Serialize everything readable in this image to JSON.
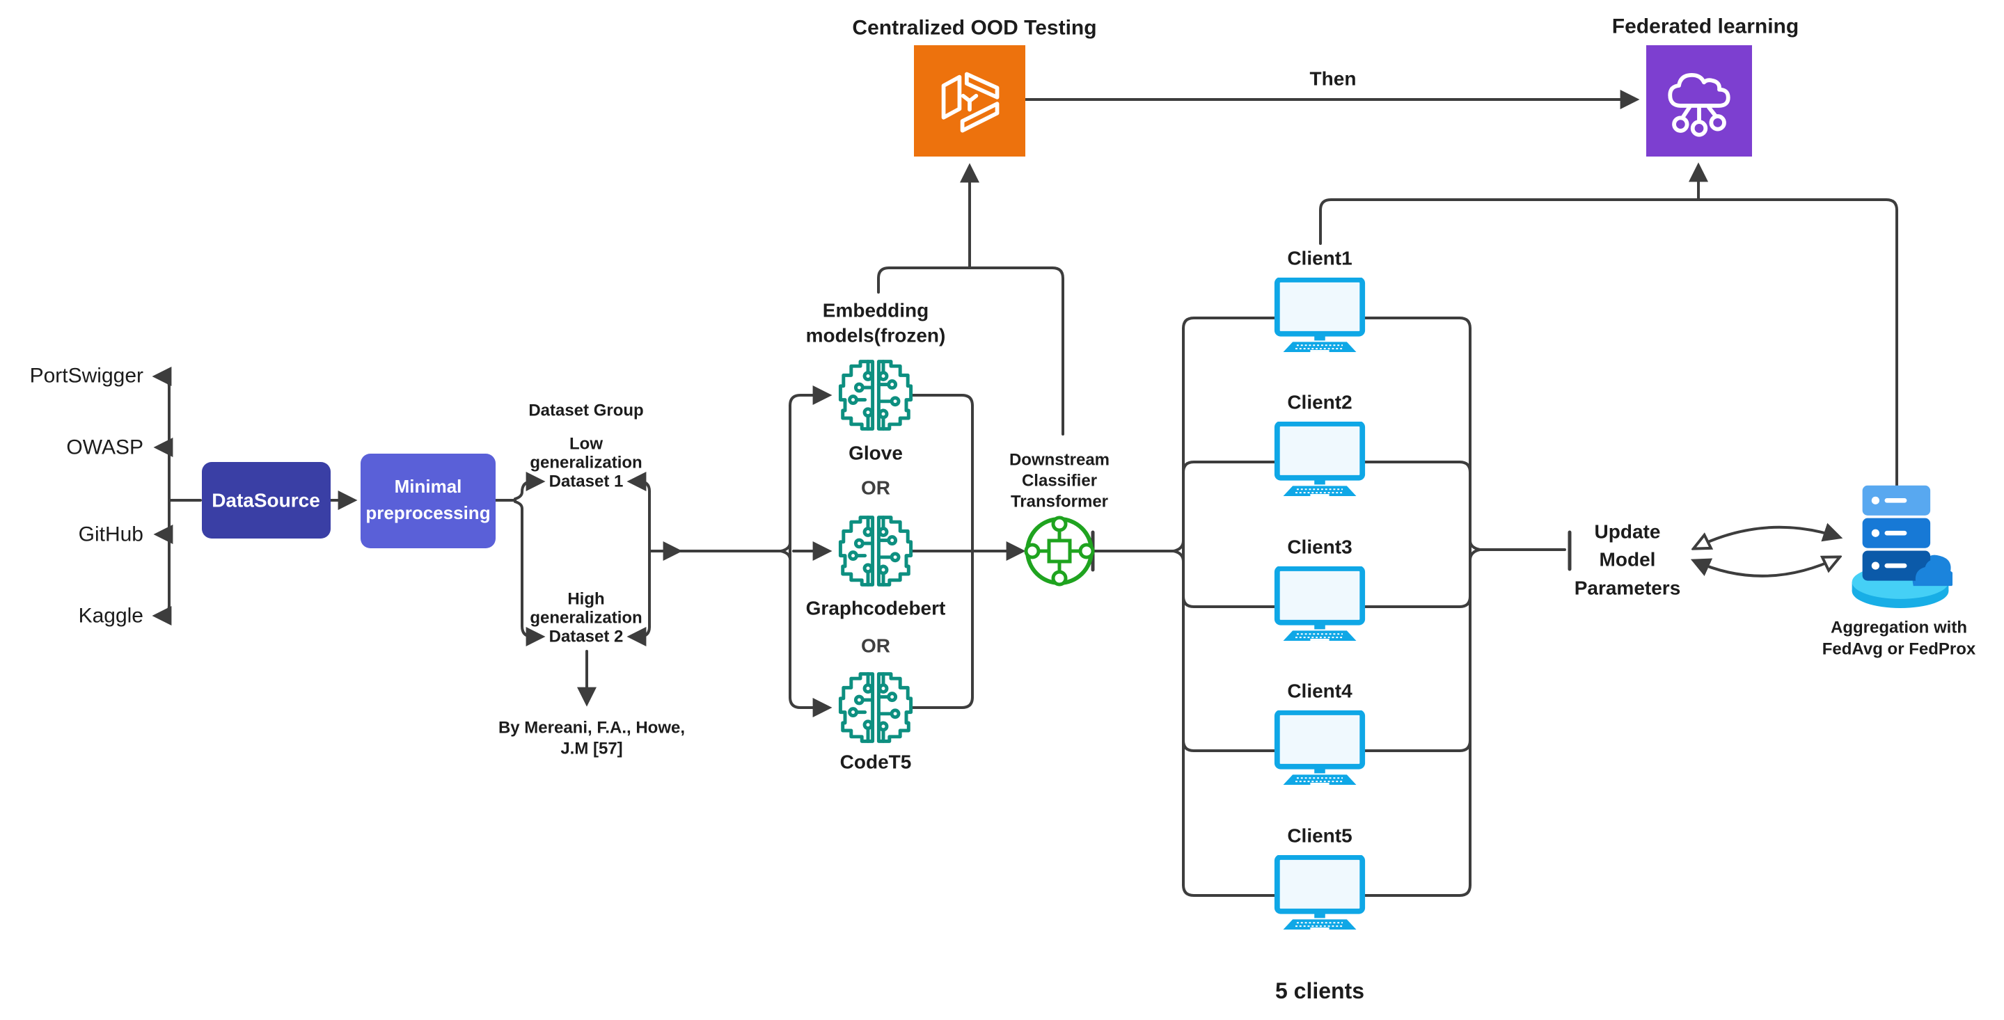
{
  "sources": {
    "items": [
      "PortSwigger",
      "OWASP",
      "GitHub",
      "Kaggle"
    ]
  },
  "pipeline": {
    "data_source": "DataSource",
    "preprocess_line1": "Minimal",
    "preprocess_line2": "preprocessing"
  },
  "dataset_group": {
    "title": "Dataset Group",
    "low_line1": "Low",
    "low_line2": "generalization",
    "low_line3": "Dataset 1",
    "high_line1": "High",
    "high_line2": "generalization",
    "high_line3": "Dataset 2",
    "citation_line1": "By Mereani, F.A., Howe,",
    "citation_line2": "J.M [57]"
  },
  "embedding": {
    "title_line1": "Embedding",
    "title_line2": "models(frozen)",
    "model1": "Glove",
    "or1": "OR",
    "model2": "Graphcodebert",
    "or2": "OR",
    "model3": "CodeT5"
  },
  "classifier": {
    "line1": "Downstream",
    "line2": "Classifier",
    "line3": "Transformer"
  },
  "ood": {
    "title": "Centralized OOD Testing"
  },
  "then_label": "Then",
  "federated": {
    "title": "Federated learning"
  },
  "clients": {
    "c1": "Client1",
    "c2": "Client2",
    "c3": "Client3",
    "c4": "Client4",
    "c5": "Client5",
    "count": "5 clients"
  },
  "update": {
    "line1": "Update",
    "line2": "Model",
    "line3": "Parameters"
  },
  "aggregation": {
    "line1": "Aggregation with",
    "line2": "FedAvg or FedProx"
  },
  "colors": {
    "line": "#3d3d3d",
    "data_source_indigo": "#3A3FA5",
    "preprocessing_indigo": "#5A60D8",
    "ood_orange": "#ED720D",
    "federated_purple": "#7D3FD0",
    "embedding_teal": "#0D8F80",
    "classifier_green": "#1FA31F",
    "client_cyan": "#0FA7E6",
    "server_blue": "#1779D6",
    "server_disc_cyan": "#2EC6F2"
  }
}
